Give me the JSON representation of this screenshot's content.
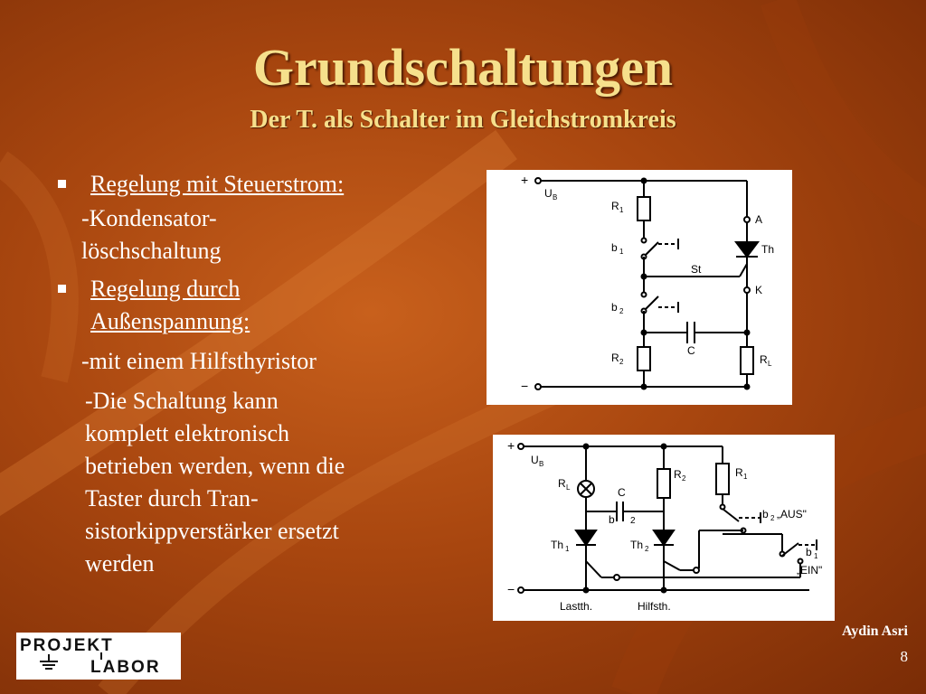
{
  "slide": {
    "title": "Grundschaltungen",
    "subtitle": "Der T. als Schalter im Gleichstromkreis"
  },
  "content": {
    "bullet1": "Regelung mit Steuerstrom:",
    "sub1_line1": "-Kondensator-",
    "sub1_line2": "löschschaltung",
    "bullet2_line1": "Regelung durch",
    "bullet2_line2": "Außenspannung:",
    "sub2": "-mit einem Hilfsthyristor",
    "sub3_lines": [
      "-Die Schaltung kann",
      "komplett elektronisch",
      "betrieben werden, wenn die",
      "Taster durch Tran-",
      "sistorkippverstärker ersetzt",
      "werden"
    ]
  },
  "diagram1": {
    "labels": {
      "plus": "+",
      "minus": "−",
      "ub": "U",
      "ub_sub": "B",
      "r1": "R",
      "r1_sub": "1",
      "b1": "b",
      "b1_sub": "1",
      "st": "St",
      "b2": "b",
      "b2_sub": "2",
      "c": "C",
      "r2": "R",
      "r2_sub": "2",
      "a": "A",
      "th": "Th",
      "k": "K",
      "rl": "R",
      "rl_sub": "L"
    }
  },
  "diagram2": {
    "labels": {
      "plus": "+",
      "minus": "−",
      "ub": "U",
      "ub_sub": "B",
      "rl": "R",
      "rl_sub": "L",
      "c": "C",
      "b_left": "b",
      "b_sub": "2",
      "r2": "R",
      "r2_sub": "2",
      "r1": "R",
      "r1_sub": "1",
      "b2_aus": "b",
      "b2_aus_sub": "2",
      "aus": "„AUS\"",
      "th1": "Th",
      "th1_sub": "1",
      "th2": "Th",
      "th2_sub": "2",
      "b1_ein": "b",
      "b1_ein_sub": "1",
      "ein": "„EIN\"",
      "lastth": "Lastth.",
      "hilfsth": "Hilfsth."
    }
  },
  "footer": {
    "author": "Aydin Asri",
    "page": "8",
    "logo_top": "PROJEKT",
    "logo_bottom": "LABOR"
  }
}
